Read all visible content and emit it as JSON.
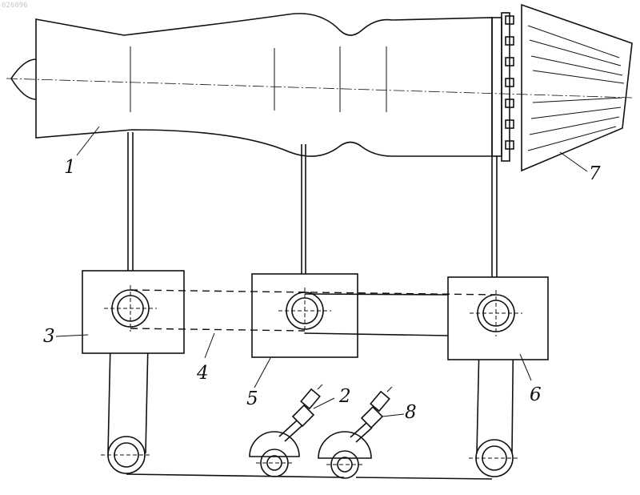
{
  "watermark": "026096",
  "labels": {
    "l1": "1",
    "l2": "2",
    "l3": "3",
    "l4": "4",
    "l5": "5",
    "l6": "6",
    "l7": "7",
    "l8": "8"
  }
}
